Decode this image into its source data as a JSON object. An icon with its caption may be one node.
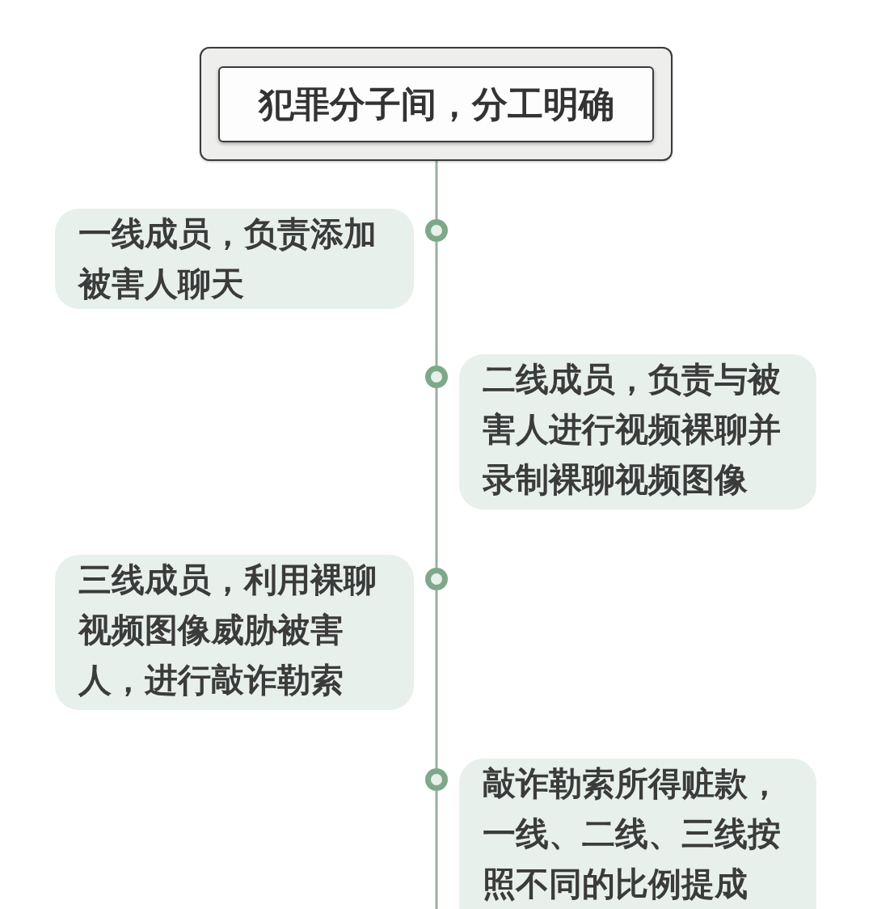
{
  "diagram": {
    "nodes": [
      {
        "text": [
          "犯罪分子间，分工明确"
        ]
      },
      {
        "text": [
          "一线成员，负责添加被害人聊天"
        ]
      },
      {
        "text": [],
        "shape": "circle"
      },
      {
        "text": [],
        "shape": "circle"
      },
      {
        "text": [
          "二线成员，负责与被害人进行视频裸聊并录制裸聊视频图像"
        ]
      },
      {
        "text": [
          "三线成员，利用裸聊视频图像威胁被害人，进行敲诈勒索"
        ]
      },
      {
        "text": [],
        "shape": "circle"
      },
      {
        "text": [],
        "shape": "circle"
      },
      {
        "text": [
          "敲诈勒索所得赃款，一线、二线、三线按照不同的比例提成"
        ]
      }
    ],
    "edges": [
      {
        "from": 0,
        "to": 2,
        "arrow": "none"
      },
      {
        "from": 2,
        "to": 3,
        "arrow": "none"
      },
      {
        "from": 3,
        "to": 6,
        "arrow": "none"
      },
      {
        "from": 6,
        "to": 7,
        "arrow": "none"
      },
      {
        "from": 7,
        "to": null,
        "arrow": "none"
      }
    ]
  }
}
